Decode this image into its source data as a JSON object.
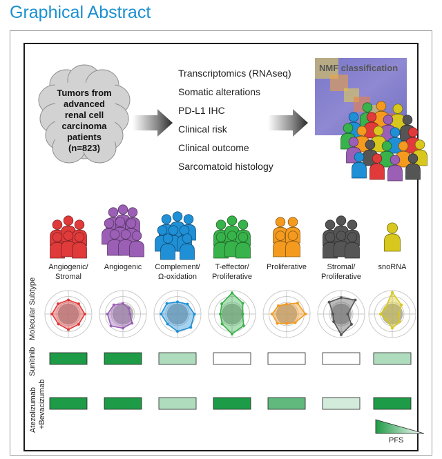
{
  "header": {
    "title": "Graphical Abstract"
  },
  "input": {
    "tumor_text": [
      "Tumors from",
      "advanced",
      "renal cell",
      "carcinoma",
      "patients",
      "(n=823)"
    ]
  },
  "data_types": [
    "Transcriptomics (RNAseq)",
    "Somatic alterations",
    "PD-L1 IHC",
    "Clinical risk",
    "Clinical outcome",
    "Sarcomatoid histology"
  ],
  "classification": {
    "label": "NMF classification"
  },
  "row_labels": {
    "molecular": "Molecular Subtype",
    "sunitinib": "Sunitinib",
    "atezo_1": "Atezolizumab",
    "atezo_2": "+Bevacizumab"
  },
  "subtypes": [
    {
      "label_1": "Angiogenic/",
      "label_2": "Stromal",
      "color": "#e03a3a",
      "sunitinib_level": 1.0,
      "atezo_level": 1.0
    },
    {
      "label_1": "Angiogenic",
      "label_2": "",
      "color": "#9b5fb5",
      "sunitinib_level": 1.0,
      "atezo_level": 1.0
    },
    {
      "label_1": "Complement/",
      "label_2": "Ω-oxidation",
      "color": "#1f8fd6",
      "sunitinib_level": 0.35,
      "atezo_level": 0.35
    },
    {
      "label_1": "T-effector/",
      "label_2": "Proliferative",
      "color": "#38b24a",
      "sunitinib_level": 0.0,
      "atezo_level": 1.0
    },
    {
      "label_1": "Proliferative",
      "label_2": "",
      "color": "#f39a1f",
      "sunitinib_level": 0.0,
      "atezo_level": 0.7
    },
    {
      "label_1": "Stromal/",
      "label_2": "Proliferative",
      "color": "#555555",
      "sunitinib_level": 0.0,
      "atezo_level": 0.2
    },
    {
      "label_1": "snoRNA",
      "label_2": "",
      "color": "#d8c81e",
      "sunitinib_level": 0.35,
      "atezo_level": 1.0
    }
  ],
  "legend": {
    "pfs_label": "PFS"
  },
  "colors": {
    "title": "#1a8fd0",
    "pfs_strong": "#1e9b46",
    "pfs_weak": "#ffffff"
  }
}
